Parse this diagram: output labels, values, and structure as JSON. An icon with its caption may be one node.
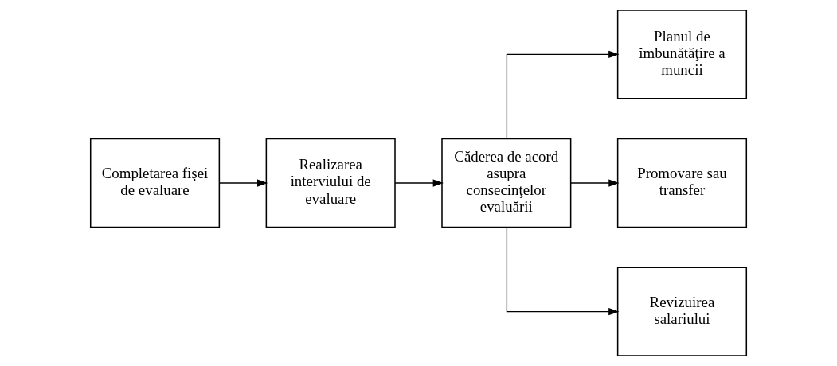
{
  "diagram": {
    "nodes": [
      {
        "text": [
          "Completarea fişei de evaluare"
        ]
      },
      {
        "text": [
          "Realizarea interviului de evaluare"
        ]
      },
      {
        "text": [
          "Căderea de acord asupra consecinţelor evaluării"
        ]
      },
      {
        "text": [
          "Planul de îmbunătăţire a muncii"
        ]
      },
      {
        "text": [
          "Promovare sau transfer"
        ]
      },
      {
        "text": [
          "Revizuirea salariului"
        ]
      }
    ],
    "edges": [
      {
        "from": 0,
        "to": 1,
        "arrow": "to"
      },
      {
        "from": 1,
        "to": 2,
        "arrow": "to"
      },
      {
        "from": 2,
        "to": 3,
        "arrow": "to"
      },
      {
        "from": 2,
        "to": 4,
        "arrow": "to"
      },
      {
        "from": 2,
        "to": 5,
        "arrow": "to"
      }
    ]
  }
}
